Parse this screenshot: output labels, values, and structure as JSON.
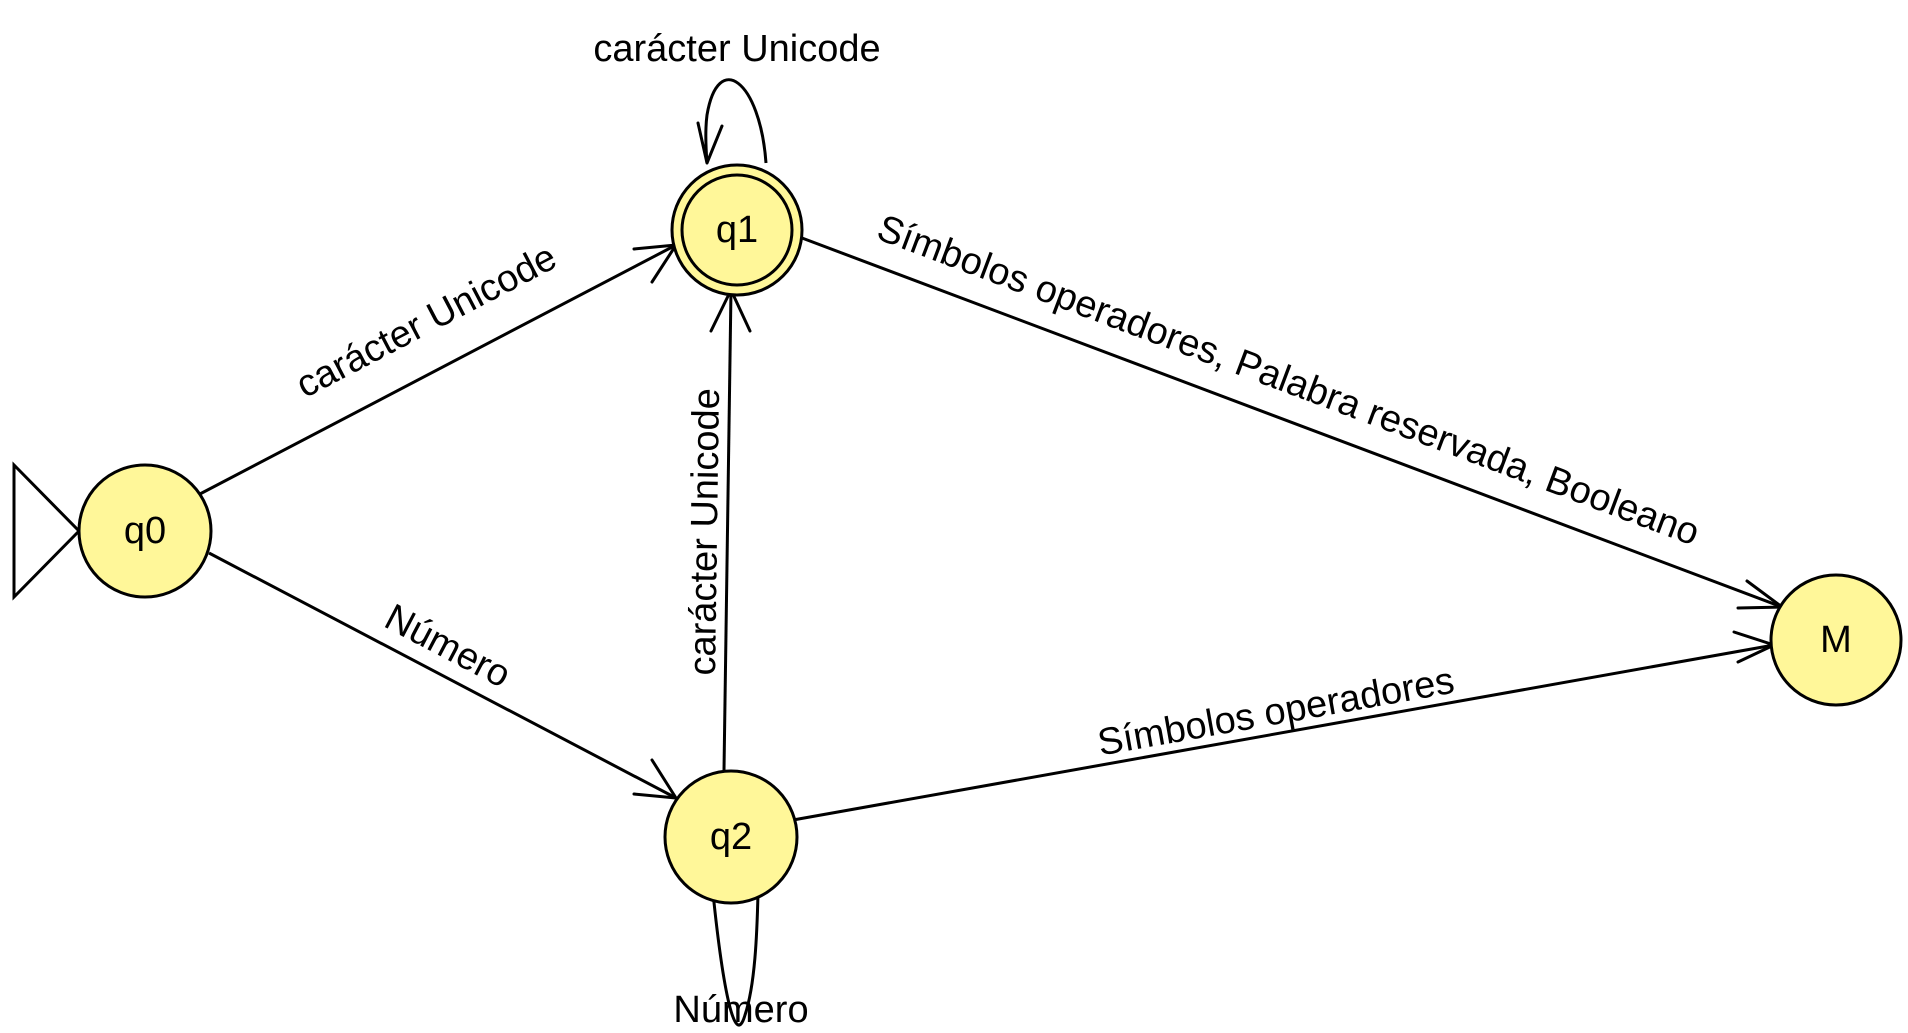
{
  "colors": {
    "state_fill": "#fff799",
    "stroke": "#000000",
    "background": "#ffffff"
  },
  "states": [
    {
      "id": "q0",
      "label": "q0",
      "initial": true,
      "accepting": false
    },
    {
      "id": "q1",
      "label": "q1",
      "initial": false,
      "accepting": true
    },
    {
      "id": "q2",
      "label": "q2",
      "initial": false,
      "accepting": false
    },
    {
      "id": "M",
      "label": "M",
      "initial": false,
      "accepting": false
    }
  ],
  "transitions": [
    {
      "from": "q0",
      "to": "q1",
      "label": "carácter Unicode"
    },
    {
      "from": "q0",
      "to": "q2",
      "label": "Número"
    },
    {
      "from": "q2",
      "to": "q1",
      "label": "carácter Unicode"
    },
    {
      "from": "q1",
      "to": "M",
      "label": "Símbolos operadores, Palabra reservada, Booleano"
    },
    {
      "from": "q2",
      "to": "M",
      "label": "Símbolos operadores"
    },
    {
      "from": "q1",
      "to": "q1",
      "label": "carácter Unicode"
    },
    {
      "from": "q2",
      "to": "q2",
      "label": "Número"
    }
  ]
}
